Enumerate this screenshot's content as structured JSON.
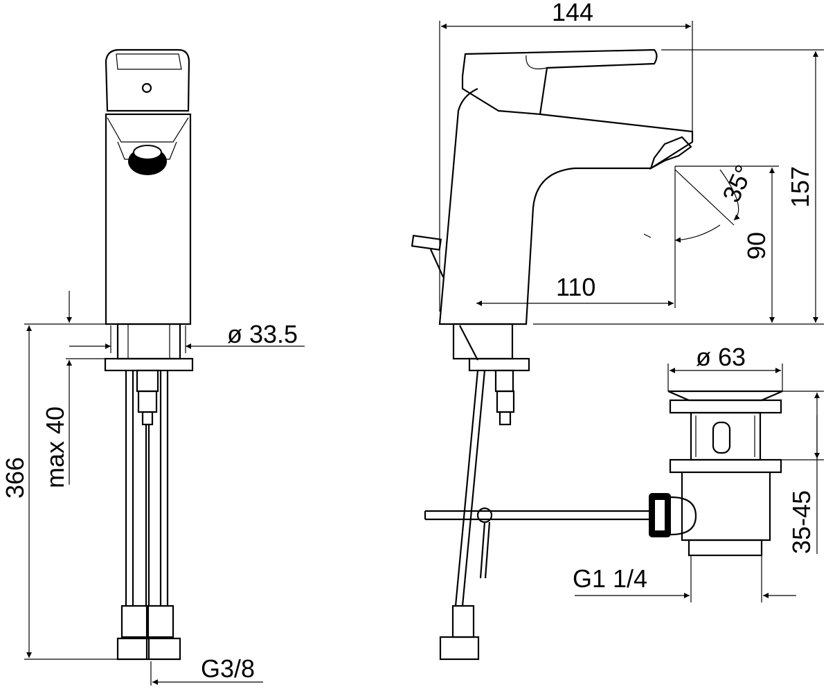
{
  "dimensions": {
    "width_total": "144",
    "height_total": "157",
    "angle": "35°",
    "spout_height": "90",
    "spout_reach": "110",
    "body_diameter": "ø 33.5",
    "hose_length": "366",
    "max_thickness": "max 40",
    "drain_diameter": "ø 63",
    "drain_range": "35-45",
    "drain_thread": "G1 1/4",
    "hose_thread": "G3/8"
  }
}
